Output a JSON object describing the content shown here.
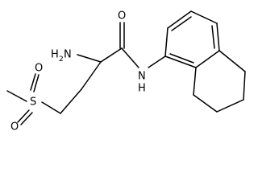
{
  "molecule": {
    "labels": {
      "carbonyl_oxygen": "O",
      "amine_n": "N",
      "amine_h": "H",
      "amine_h2_subscript": "2",
      "amide_n": "N",
      "amide_h": "H",
      "sulfur": "S",
      "sulfonyl_oxygen_1": "O",
      "sulfonyl_oxygen_2": "O"
    }
  }
}
